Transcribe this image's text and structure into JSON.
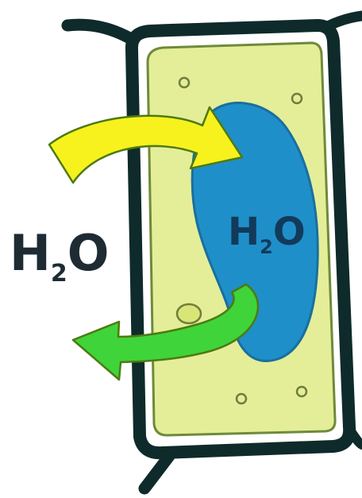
{
  "outside_label": {
    "main": "H",
    "sub": "2",
    "tail": "O"
  },
  "vacuole_label": {
    "main": "H",
    "sub": "2",
    "tail": "O"
  },
  "colors": {
    "cell_wall": "#0f2a2a",
    "cytoplasm": "#e4ee98",
    "membrane": "#6f8a3a",
    "vacuole": "#1f8fc9",
    "vacuole_edge": "#1a6f9e",
    "arrow_in": "#f7f21e",
    "arrow_out": "#3fd43a",
    "arrow_edge": "#4d7a12",
    "label_outside": "#1e2b33",
    "label_vacuole": "#123a5a",
    "organelle": "#6f7d3e"
  }
}
